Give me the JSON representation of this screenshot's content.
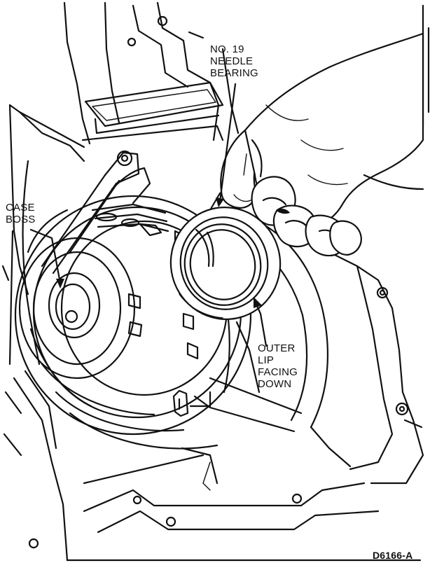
{
  "labels": {
    "needle_bearing": [
      "NO. 19",
      "NEEDLE",
      "BEARING"
    ],
    "case_boss": [
      "CASE",
      "BOSS"
    ],
    "outer_lip": [
      "OUTER",
      "LIP",
      "FACING",
      "DOWN"
    ],
    "figure_code": "D6166-A"
  },
  "colors": {
    "ink": "#111111",
    "paper": "#ffffff"
  }
}
